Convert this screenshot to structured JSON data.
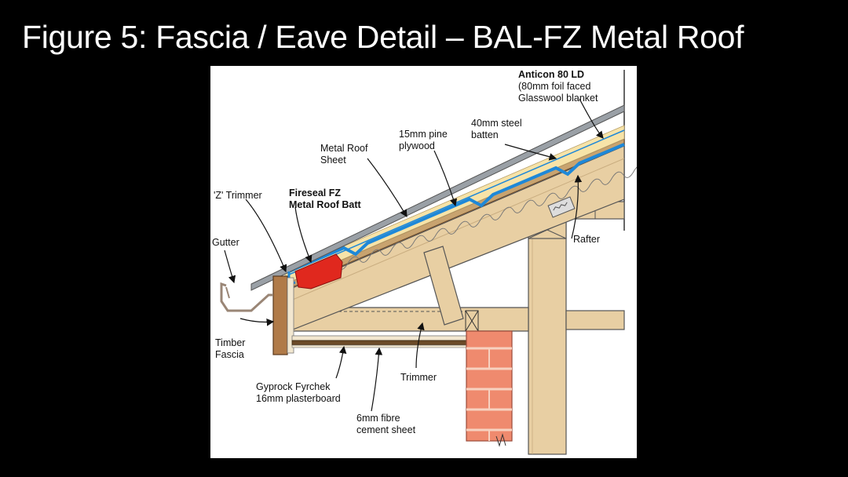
{
  "title": "Figure 5: Fascia / Eave Detail – BAL-FZ Metal Roof",
  "labels": {
    "anticon": [
      "Anticon 80 LD",
      "(80mm foil faced",
      "Glasswool blanket"
    ],
    "steel_batten": [
      "40mm steel",
      "batten"
    ],
    "pine_plywood": [
      "15mm pine",
      "plywood"
    ],
    "metal_roof_sheet": [
      "Metal Roof",
      "Sheet"
    ],
    "z_trimmer": "'Z' Trimmer",
    "fireseal": [
      "Fireseal FZ",
      "Metal Roof Batt"
    ],
    "gutter": "Gutter",
    "rafter": "Rafter",
    "timber_fascia": [
      "Timber",
      "Fascia"
    ],
    "trimmer": "Trimmer",
    "gyprock": [
      "Gyprock Fyrchek",
      "16mm plasterboard"
    ],
    "fibre_cement": [
      "6mm fibre",
      "cement sheet"
    ]
  },
  "colors": {
    "background": "#000000",
    "panel": "#ffffff",
    "timber": "#e8cfa3",
    "insulation": "#f7e3a8",
    "foil": "#1e88d8",
    "fireseal": "#e0281e",
    "brick": "#ef8a6e",
    "roof_sheet": "#9aa0a6"
  }
}
